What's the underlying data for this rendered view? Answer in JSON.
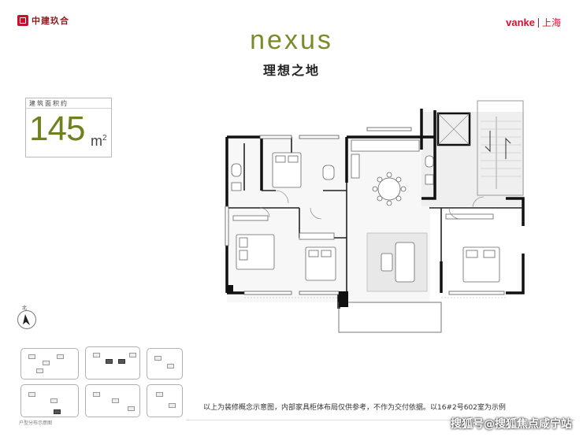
{
  "header": {
    "developer_logo_text": "中建玖合",
    "brand_logo": "vanke",
    "brand_city": "上海"
  },
  "project": {
    "name": "nexus",
    "slogan": "理想之地"
  },
  "area": {
    "label": "建筑面积约",
    "value": "145",
    "unit": "m",
    "unit_sup": "2"
  },
  "compass": {
    "north_label": "北"
  },
  "site_plan": {
    "caption": "户型分布示意图"
  },
  "disclaimer": "以上为装修概念示意图，内部家具柜体布局仅供参考，不作为交付依据。以16#2号602室为示例",
  "watermark": "搜狐号@搜狐焦点咸宁站",
  "colors": {
    "accent_green": "#6e8020",
    "brand_red": "#d7102b",
    "wall": "#111111"
  }
}
